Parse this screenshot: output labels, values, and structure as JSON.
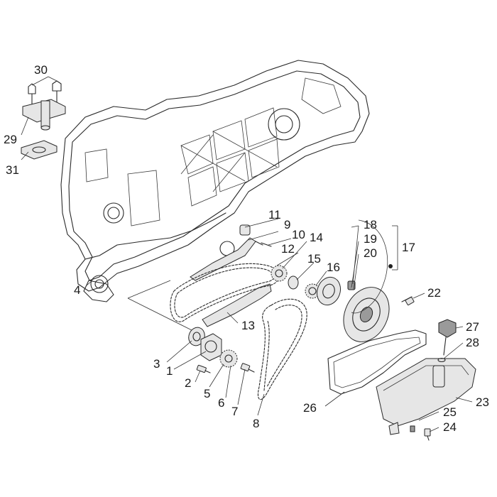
{
  "diagram": {
    "labels": {
      "p1": "1",
      "p2": "2",
      "p3": "3",
      "p4": "4",
      "p5": "5",
      "p6": "6",
      "p7": "7",
      "p8": "8",
      "p9": "9",
      "p10": "10",
      "p11": "11",
      "p12": "12",
      "p13": "13",
      "p14": "14",
      "p15": "15",
      "p16": "16",
      "p17": "17",
      "p18": "18",
      "p19": "19",
      "p20": "20",
      "p22": "22",
      "p23": "23",
      "p24": "24",
      "p25": "25",
      "p26": "26",
      "p27": "27",
      "p28": "28",
      "p29": "29",
      "p30": "30",
      "p31": "31"
    }
  }
}
